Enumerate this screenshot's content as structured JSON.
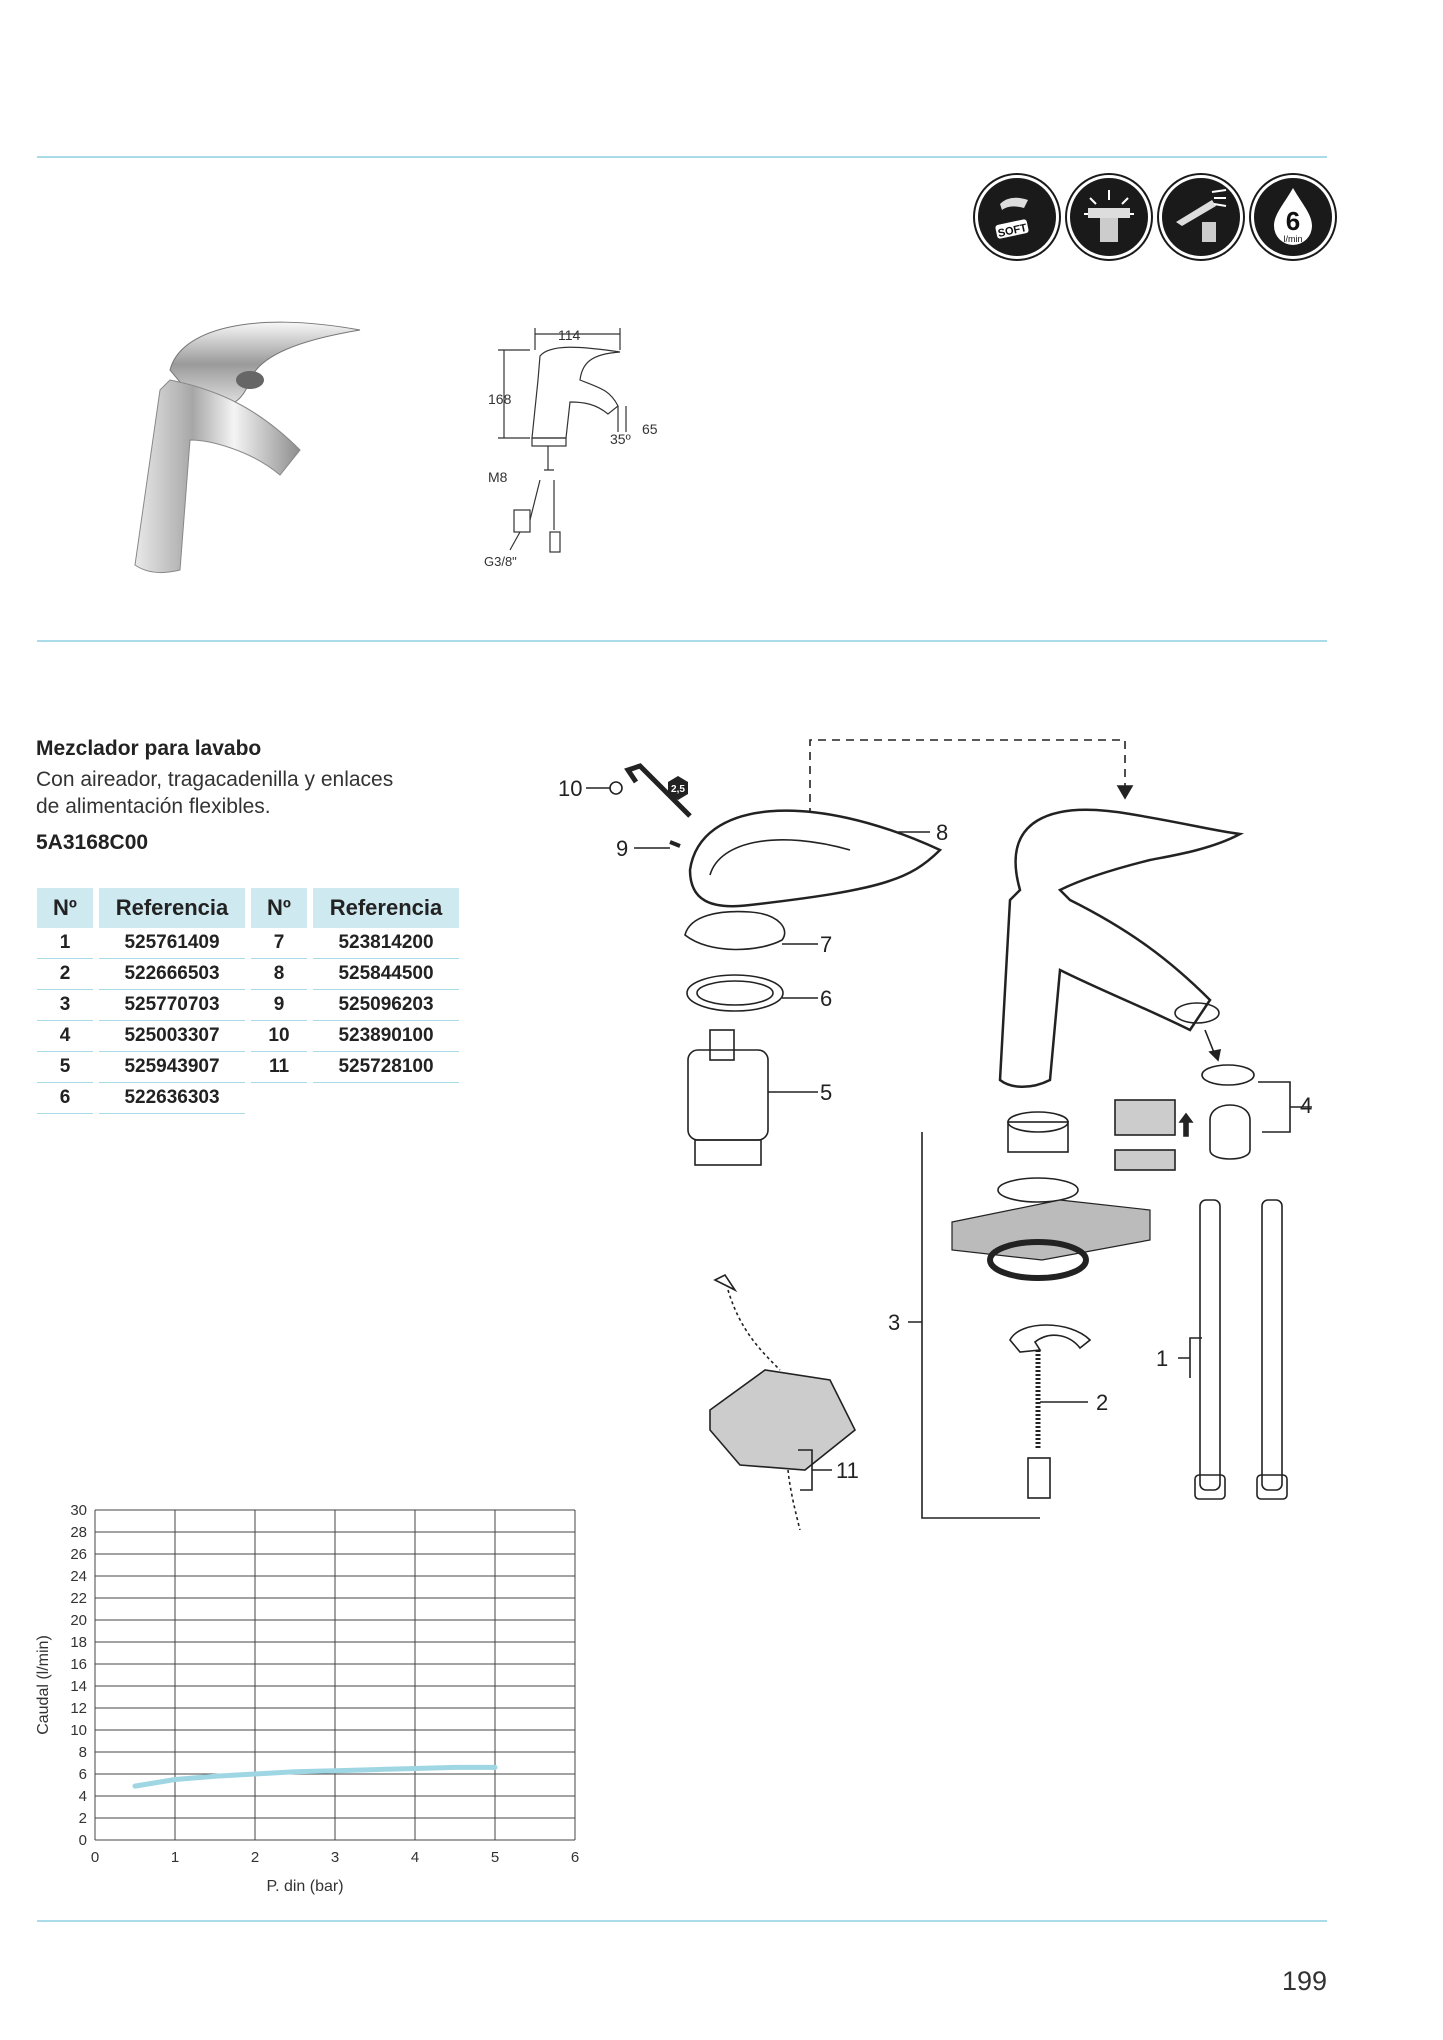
{
  "feature_icons": [
    {
      "name": "soft-touch-icon",
      "label": "SOFT"
    },
    {
      "name": "cold-start-icon",
      "label": ""
    },
    {
      "name": "eco-stop-icon",
      "label": ""
    },
    {
      "name": "flow-limit-icon",
      "label": "6",
      "sub": "l/min"
    }
  ],
  "dimensions": {
    "width": "114",
    "height": "168",
    "reach": "65",
    "angle": "35º",
    "thread": "M8",
    "connection": "G3/8\""
  },
  "product": {
    "title": "Mezclador para lavabo",
    "description_line1": "Con aireador, tragacadenilla y enlaces",
    "description_line2": "de alimentación flexibles.",
    "code": "5A3168C00"
  },
  "parts_table": {
    "headers": [
      "Nº",
      "Referencia",
      "Nº",
      "Referencia"
    ],
    "rows": [
      {
        "n1": "1",
        "r1": "525761409",
        "n2": "7",
        "r2": "523814200"
      },
      {
        "n1": "2",
        "r1": "522666503",
        "n2": "8",
        "r2": "525844500"
      },
      {
        "n1": "3",
        "r1": "525770703",
        "n2": "9",
        "r2": "525096203"
      },
      {
        "n1": "4",
        "r1": "525003307",
        "n2": "10",
        "r2": "523890100"
      },
      {
        "n1": "5",
        "r1": "525943907",
        "n2": "11",
        "r2": "525728100"
      },
      {
        "n1": "6",
        "r1": "522636303",
        "n2": "",
        "r2": ""
      }
    ]
  },
  "exploded_labels": [
    "1",
    "2",
    "3",
    "4",
    "5",
    "6",
    "7",
    "8",
    "9",
    "10",
    "11"
  ],
  "tool_label": "2,5",
  "chart_data": {
    "type": "line",
    "title": "",
    "xlabel": "P. din (bar)",
    "ylabel": "Caudal (l/min)",
    "xlim": [
      0,
      6
    ],
    "ylim": [
      0,
      30
    ],
    "xticks": [
      "0",
      "1",
      "2",
      "3",
      "4",
      "5",
      "6"
    ],
    "yticks": [
      "0",
      "2",
      "4",
      "6",
      "8",
      "10",
      "12",
      "14",
      "16",
      "18",
      "20",
      "22",
      "24",
      "26",
      "28",
      "30"
    ],
    "grid": true,
    "series": [
      {
        "x": [
          0.5,
          1,
          1.5,
          2,
          2.5,
          3,
          3.5,
          4,
          4.5,
          5
        ],
        "y": [
          4.9,
          5.5,
          5.8,
          6.0,
          6.2,
          6.3,
          6.4,
          6.5,
          6.6,
          6.6
        ],
        "color": "#9fd6e3"
      }
    ]
  },
  "page_number": "199"
}
